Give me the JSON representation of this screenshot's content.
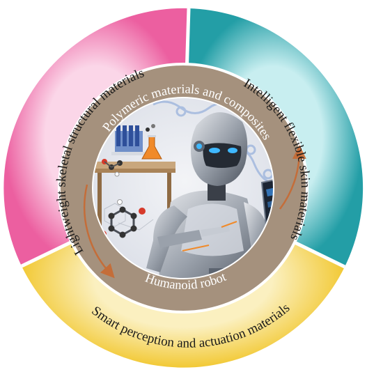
{
  "outer_ring": {
    "segments": [
      {
        "label": "Lightweight skeletal structural materials",
        "color": "#f06aa8",
        "color_light": "#fbd6e8"
      },
      {
        "label": "Intelligent flexible skin materials",
        "color": "#2aa9b0",
        "color_light": "#c8eef0"
      },
      {
        "label": "Smart perception and actuation materials",
        "color": "#f5d24a",
        "color_light": "#fbf0c0"
      }
    ]
  },
  "middle_ring": {
    "top_label": "Polymeric materials and composites",
    "bottom_label": "Humanoid robot",
    "color": "#a5917d",
    "arrow_color": "#c86a32"
  },
  "center": {
    "illustration": "humanoid-robot-lab-illustration"
  }
}
